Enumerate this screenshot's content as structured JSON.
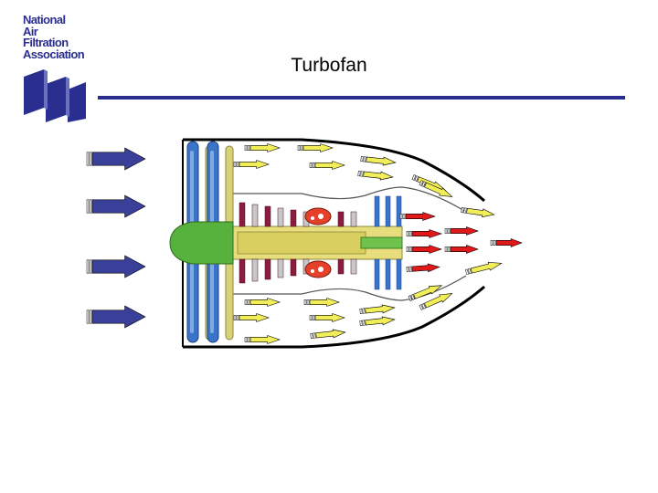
{
  "logo": {
    "line1": "National",
    "line2": "Air",
    "line3": "Filtration",
    "line4": "Association"
  },
  "title": "Turbofan",
  "colors": {
    "brand_navy": "#2a2f8f",
    "inlet_arrow": "#3a3f9a",
    "bypass_arrow": "#f2ee5a",
    "hot_arrow": "#e0191b",
    "spinner": "#57b23d",
    "fan_blade": "#3a74c9",
    "compressor": "#8b1c3e",
    "turbine": "#3a74c9",
    "combustor": "#e5402a"
  }
}
